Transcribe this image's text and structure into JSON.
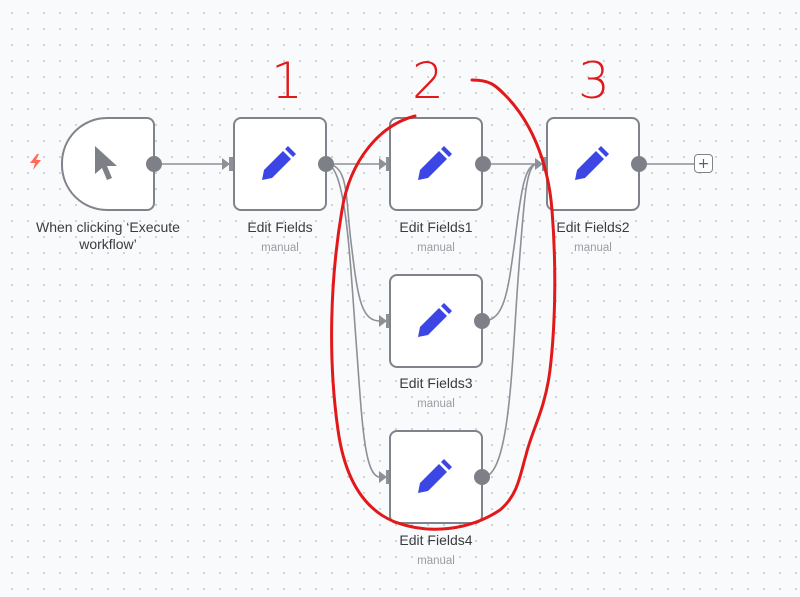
{
  "canvas": {
    "background": "#f9fafc",
    "connection_color": "#8d9097",
    "node_border_color": "#80838b",
    "icon_color": "#3b46e5",
    "annotation_color": "#e1191a"
  },
  "nodes": [
    {
      "id": "trigger",
      "label": "When clicking ‘Execute workflow’",
      "subtitle": "",
      "icon": "cursor-pointer-icon",
      "badge_icon": "lightning-bolt-icon"
    },
    {
      "id": "edit-fields",
      "label": "Edit Fields",
      "subtitle": "manual",
      "icon": "pencil-icon"
    },
    {
      "id": "edit-fields1",
      "label": "Edit Fields1",
      "subtitle": "manual",
      "icon": "pencil-icon"
    },
    {
      "id": "edit-fields2",
      "label": "Edit Fields2",
      "subtitle": "manual",
      "icon": "pencil-icon"
    },
    {
      "id": "edit-fields3",
      "label": "Edit Fields3",
      "subtitle": "manual",
      "icon": "pencil-icon"
    },
    {
      "id": "edit-fields4",
      "label": "Edit Fields4",
      "subtitle": "manual",
      "icon": "pencil-icon"
    }
  ],
  "connections": [
    {
      "from": "trigger",
      "to": "edit-fields"
    },
    {
      "from": "edit-fields",
      "to": "edit-fields1"
    },
    {
      "from": "edit-fields",
      "to": "edit-fields3"
    },
    {
      "from": "edit-fields",
      "to": "edit-fields4"
    },
    {
      "from": "edit-fields1",
      "to": "edit-fields2"
    },
    {
      "from": "edit-fields3",
      "to": "edit-fields2"
    },
    {
      "from": "edit-fields4",
      "to": "edit-fields2"
    }
  ],
  "add_node_button": {
    "label": "+"
  },
  "annotations": {
    "step1": "1",
    "step2": "2",
    "step3": "3"
  }
}
